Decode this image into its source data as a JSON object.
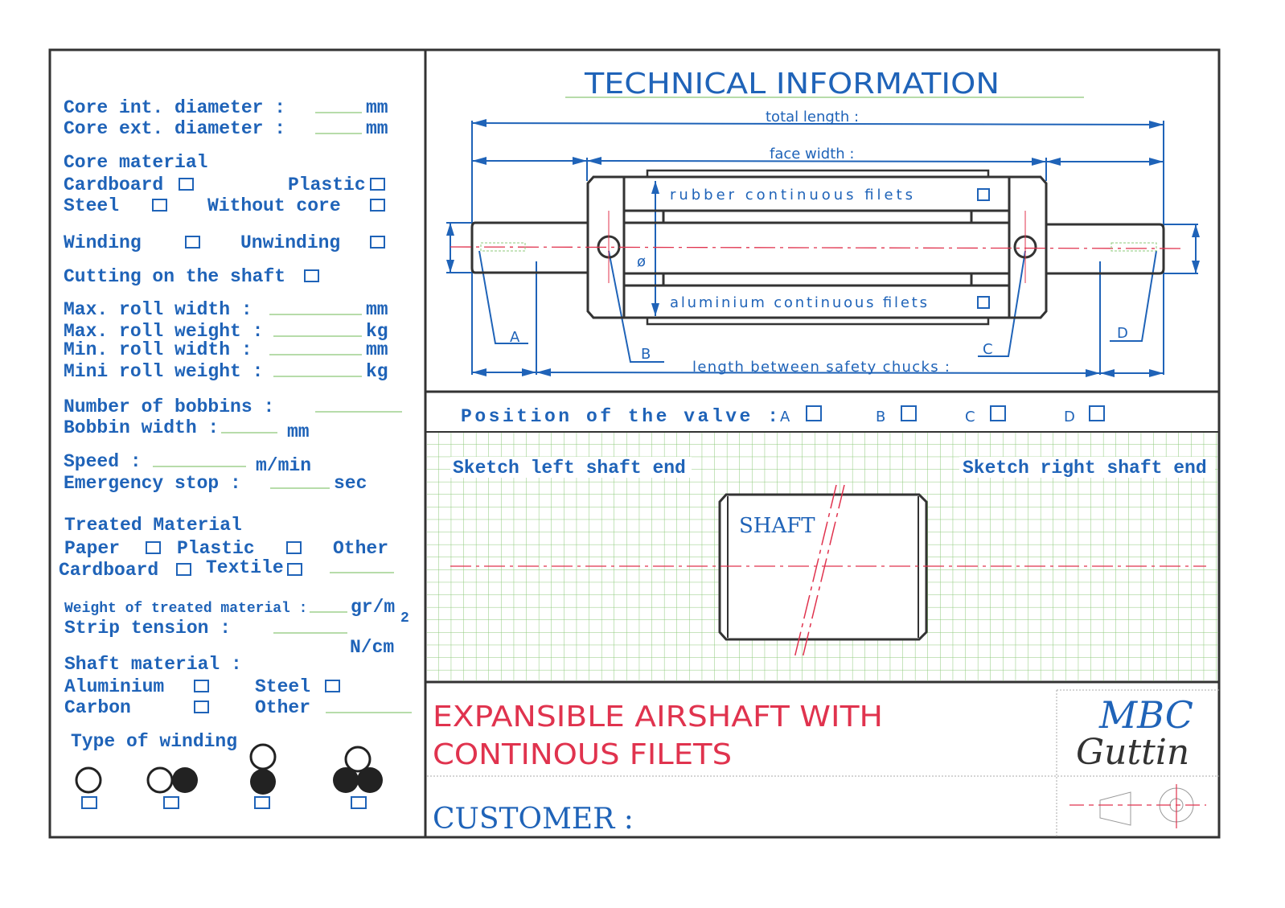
{
  "colors": {
    "blue": "#1f63b8",
    "red": "#e0334e",
    "green": "#8cc878",
    "dark": "#333333"
  },
  "left": {
    "core_int": {
      "label": "Core int. diameter :",
      "unit": "mm"
    },
    "core_ext": {
      "label": "Core ext. diameter :",
      "unit": "mm"
    },
    "core_material": {
      "title": "Core material",
      "cardboard": "Cardboard",
      "plastic": "Plastic",
      "steel": "Steel",
      "without_core": "Without core"
    },
    "winding": "Winding",
    "unwinding": "Unwinding",
    "cutting": "Cutting on the shaft",
    "max_roll_width": {
      "label": "Max. roll width :",
      "unit": "mm"
    },
    "max_roll_weight": {
      "label": "Max. roll weight :",
      "unit": "kg"
    },
    "min_roll_width": {
      "label": "Min. roll width :",
      "unit": "mm"
    },
    "mini_roll_weight": {
      "label": "Mini roll weight :",
      "unit": "kg"
    },
    "bobbins": {
      "label": "Number of bobbins :"
    },
    "bobbin_width": {
      "label": "Bobbin width :",
      "unit": "mm"
    },
    "speed": {
      "label": "Speed :",
      "unit": "m/min"
    },
    "emergency": {
      "label": "Emergency stop :",
      "unit": "sec"
    },
    "treated": {
      "title": "Treated Material",
      "paper": "Paper",
      "plastic": "Plastic",
      "other": "Other",
      "cardboard": "Cardboard",
      "textile": "Textile"
    },
    "weight": {
      "label": "Weight of treated material :",
      "unit": "gr/m",
      "sub": "2"
    },
    "strip": {
      "label": "Strip tension :",
      "unit": "N/cm"
    },
    "shaft_material": {
      "title": "Shaft material :",
      "aluminium": "Aluminium",
      "steel": "Steel",
      "carbon": "Carbon",
      "other": "Other"
    },
    "type_winding": "Type of winding"
  },
  "tech": {
    "title": "TECHNICAL INFORMATION",
    "total_length": "total length :",
    "face_width": "face width :",
    "rubber": "rubber continuous filets",
    "aluminium": "aluminium continuous filets",
    "diameter_symbol": "ø",
    "length_chucks": "length between safety chucks :",
    "points": [
      "A",
      "B",
      "C",
      "D"
    ]
  },
  "valve": {
    "label": "Position of the valve :",
    "options": [
      "A",
      "B",
      "C",
      "D"
    ]
  },
  "sketch": {
    "left": "Sketch left shaft end",
    "right": "Sketch right shaft end",
    "shaft": "SHAFT"
  },
  "titleblock": {
    "line1": "EXPANSIBLE AIRSHAFT WITH",
    "line2": "CONTINOUS FILETS",
    "customer": "CUSTOMER :",
    "brand1": "MBC",
    "brand2": "Guttin"
  }
}
